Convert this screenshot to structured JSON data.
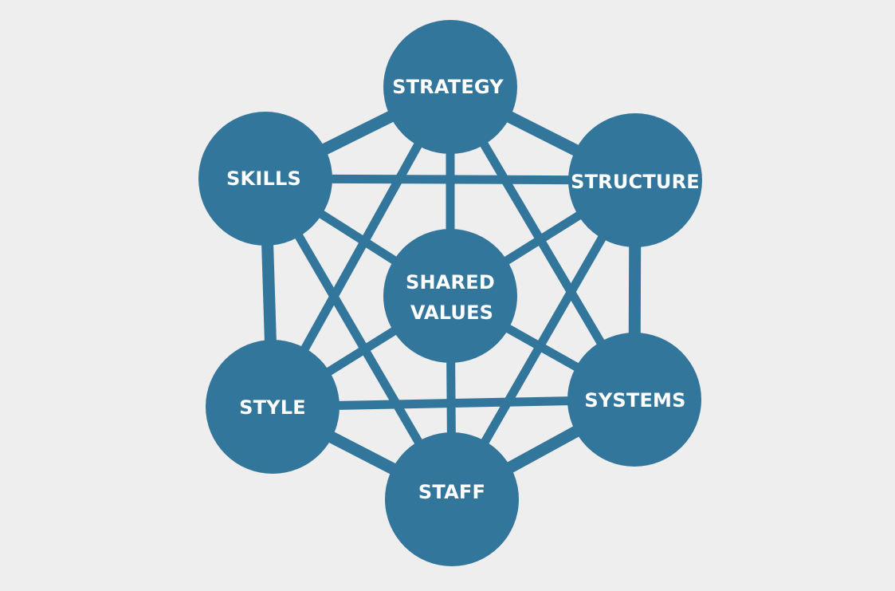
{
  "diagram": {
    "title": "",
    "colors": {
      "node": "#33769c",
      "edge": "#33769c",
      "label": "#ffffff",
      "background": "#eeeeee"
    },
    "nodes": [
      {
        "id": "strategy",
        "label": "STRATEGY"
      },
      {
        "id": "structure",
        "label": "STRUCTURE"
      },
      {
        "id": "systems",
        "label": "SYSTEMS"
      },
      {
        "id": "shared-values",
        "label_line1": "SHARED",
        "label_line2": "VALUES"
      },
      {
        "id": "skills",
        "label": "SKILLS"
      },
      {
        "id": "style",
        "label": "STYLE"
      },
      {
        "id": "staff",
        "label": "STAFF"
      }
    ],
    "edges": [
      [
        "strategy",
        "structure"
      ],
      [
        "structure",
        "systems"
      ],
      [
        "systems",
        "staff"
      ],
      [
        "staff",
        "style"
      ],
      [
        "style",
        "skills"
      ],
      [
        "skills",
        "strategy"
      ],
      [
        "shared-values",
        "strategy"
      ],
      [
        "shared-values",
        "structure"
      ],
      [
        "shared-values",
        "systems"
      ],
      [
        "shared-values",
        "staff"
      ],
      [
        "shared-values",
        "style"
      ],
      [
        "shared-values",
        "skills"
      ],
      [
        "skills",
        "structure"
      ],
      [
        "style",
        "systems"
      ],
      [
        "strategy",
        "style"
      ],
      [
        "strategy",
        "systems"
      ],
      [
        "skills",
        "staff"
      ],
      [
        "structure",
        "staff"
      ]
    ]
  }
}
